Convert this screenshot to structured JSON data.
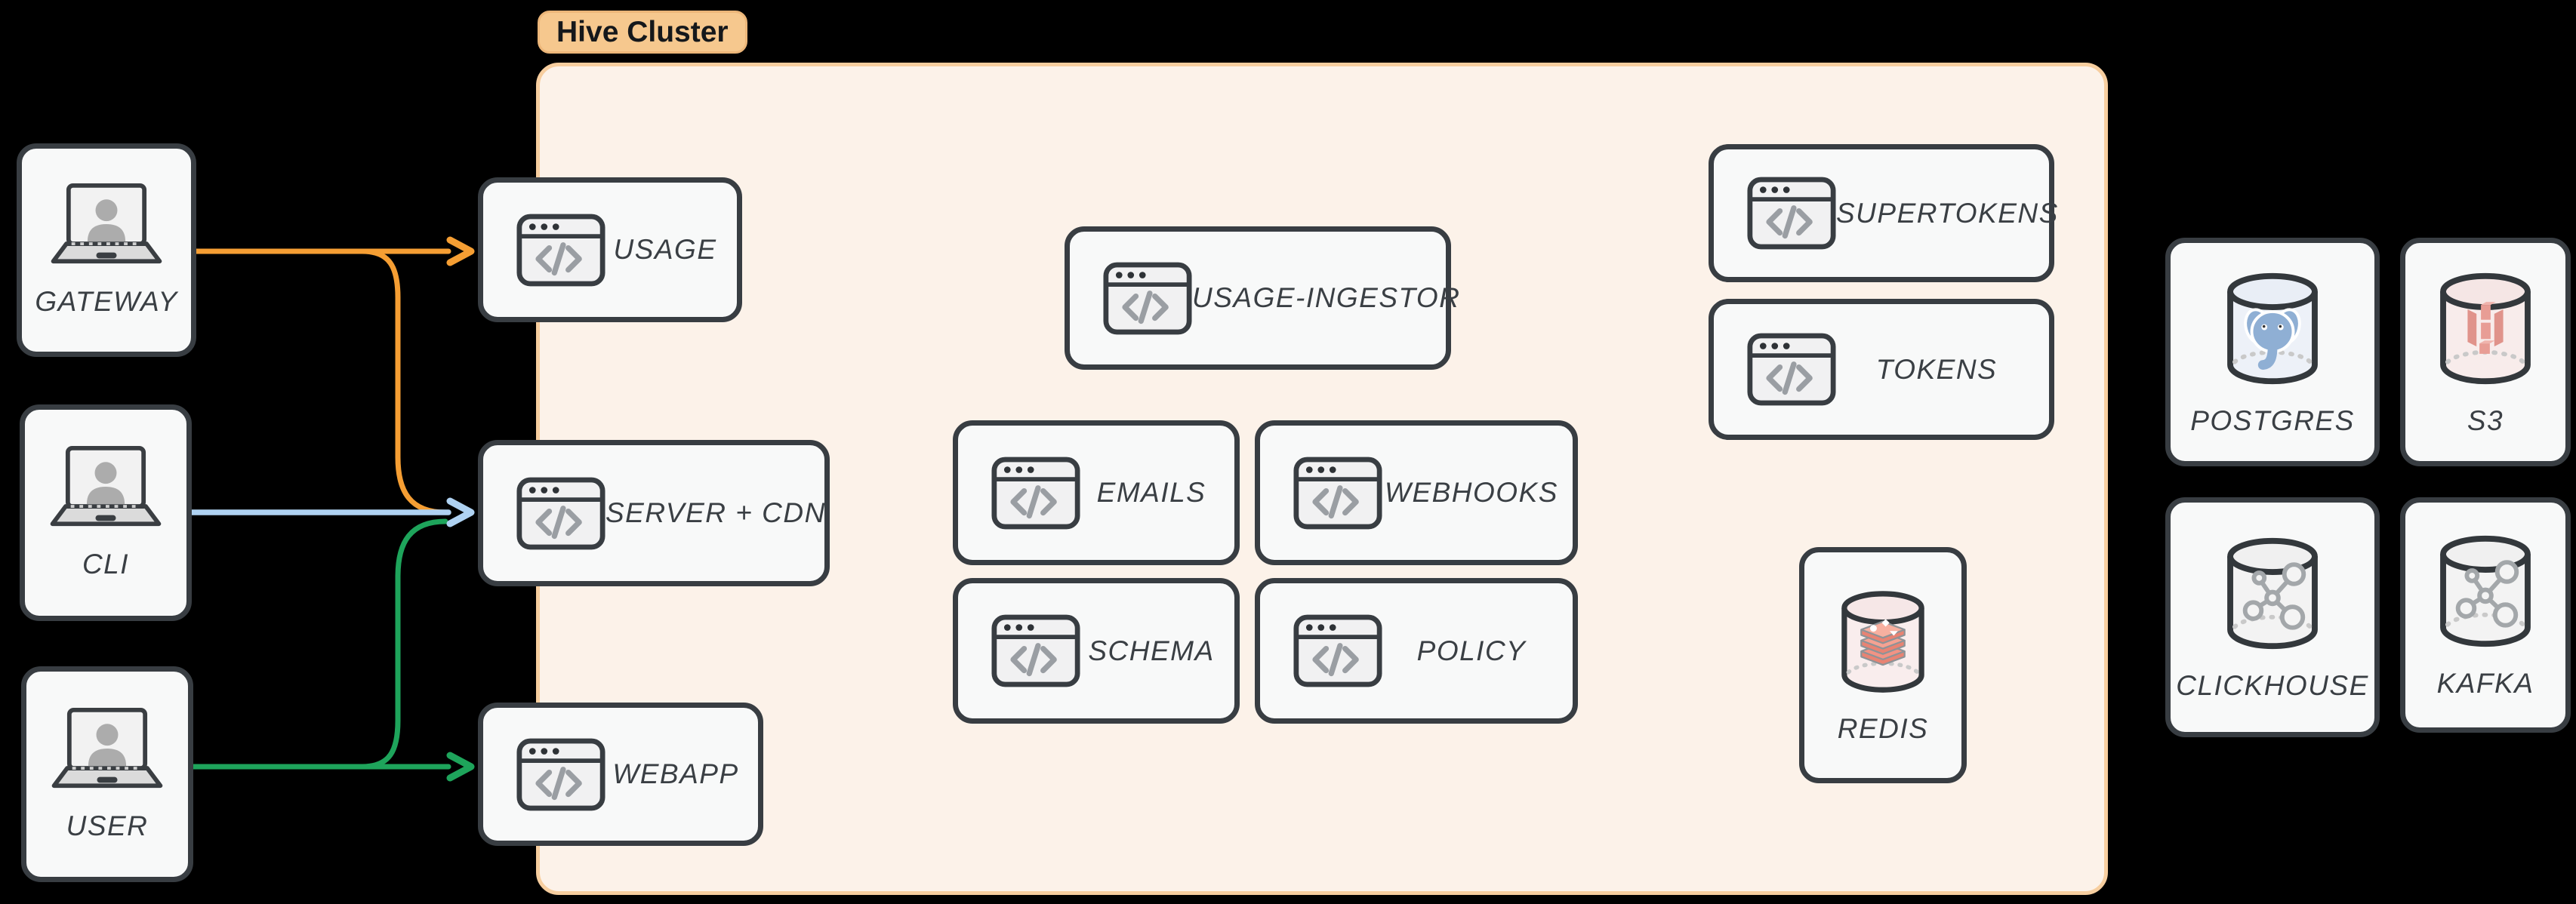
{
  "diagram": {
    "cluster": {
      "label": "Hive Cluster"
    },
    "actors": {
      "gateway": {
        "label": "GATEWAY"
      },
      "cli": {
        "label": "CLI"
      },
      "user": {
        "label": "USER"
      }
    },
    "services": {
      "usage": {
        "label": "USAGE"
      },
      "server_cdn": {
        "label": "SERVER + CDN"
      },
      "webapp": {
        "label": "WEBAPP"
      },
      "usage_ingestor": {
        "label": "USAGE-INGESTOR"
      },
      "emails": {
        "label": "EMAILS"
      },
      "webhooks": {
        "label": "WEBHOOKS"
      },
      "schema": {
        "label": "SCHEMA"
      },
      "policy": {
        "label": "POLICY"
      },
      "supertokens": {
        "label": "SUPERTOKENS"
      },
      "tokens": {
        "label": "TOKENS"
      }
    },
    "datastores": {
      "redis": {
        "label": "REDIS"
      },
      "postgres": {
        "label": "POSTGRES"
      },
      "s3": {
        "label": "S3"
      },
      "clickhouse": {
        "label": "CLICKHOUSE"
      },
      "kafka": {
        "label": "KAFKA"
      }
    },
    "edges": [
      {
        "from": "GATEWAY",
        "to": "USAGE",
        "color": "#F59E33"
      },
      {
        "from": "GATEWAY",
        "to": "SERVER + CDN",
        "color": "#F59E33"
      },
      {
        "from": "CLI",
        "to": "SERVER + CDN",
        "color": "#AFD2F2"
      },
      {
        "from": "USER",
        "to": "SERVER + CDN",
        "color": "#1EA45B"
      },
      {
        "from": "USER",
        "to": "WEBAPP",
        "color": "#1EA45B"
      }
    ],
    "colors": {
      "background": "#000000",
      "cluster_fill": "#FCF2E9",
      "cluster_border": "#F7CE9F",
      "badge_fill": "#F6C88E",
      "node_fill": "#F8F9F9",
      "node_border": "#383D42",
      "label_text": "#3A3F44",
      "edge_orange": "#F59E33",
      "edge_blue": "#AFD2F2",
      "edge_green": "#1EA45B"
    }
  }
}
